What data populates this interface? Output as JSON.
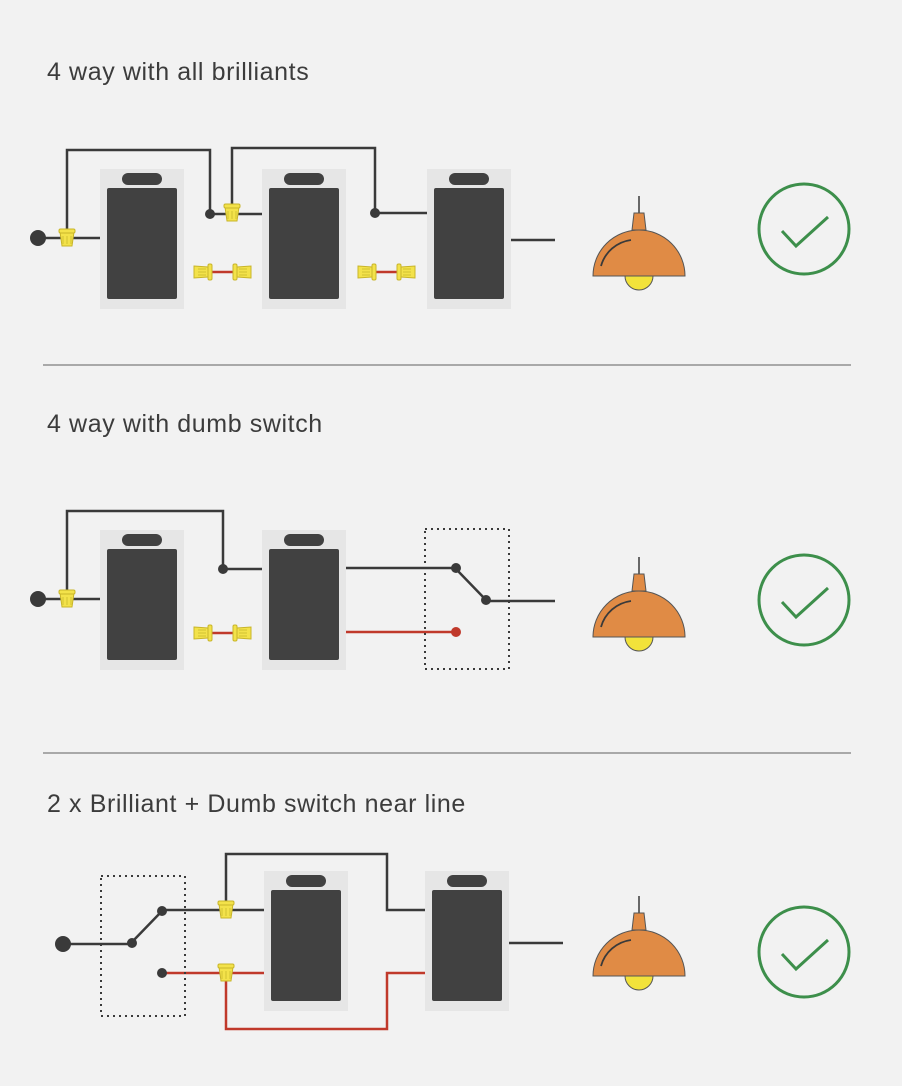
{
  "sections": [
    {
      "title": "4 way with all brilliants"
    },
    {
      "title": "4 way with dumb switch"
    },
    {
      "title": "2 x Brilliant + Dumb switch near line"
    }
  ],
  "colors": {
    "background": "#f2f2f2",
    "wire_black": "#3a3a3a",
    "wire_red": "#c0392b",
    "wire_nut": "#f3e24a",
    "switch_plate": "#e6e6e6",
    "switch_body": "#414141",
    "lamp_shade": "#e08b45",
    "bulb": "#f2e23a",
    "check_green": "#3d8f4b",
    "divider": "#a9a9a9"
  },
  "icons": [
    "check-icon",
    "pendant-lamp-icon",
    "wire-nut-icon",
    "brilliant-switch-icon",
    "dumb-switch-icon"
  ]
}
